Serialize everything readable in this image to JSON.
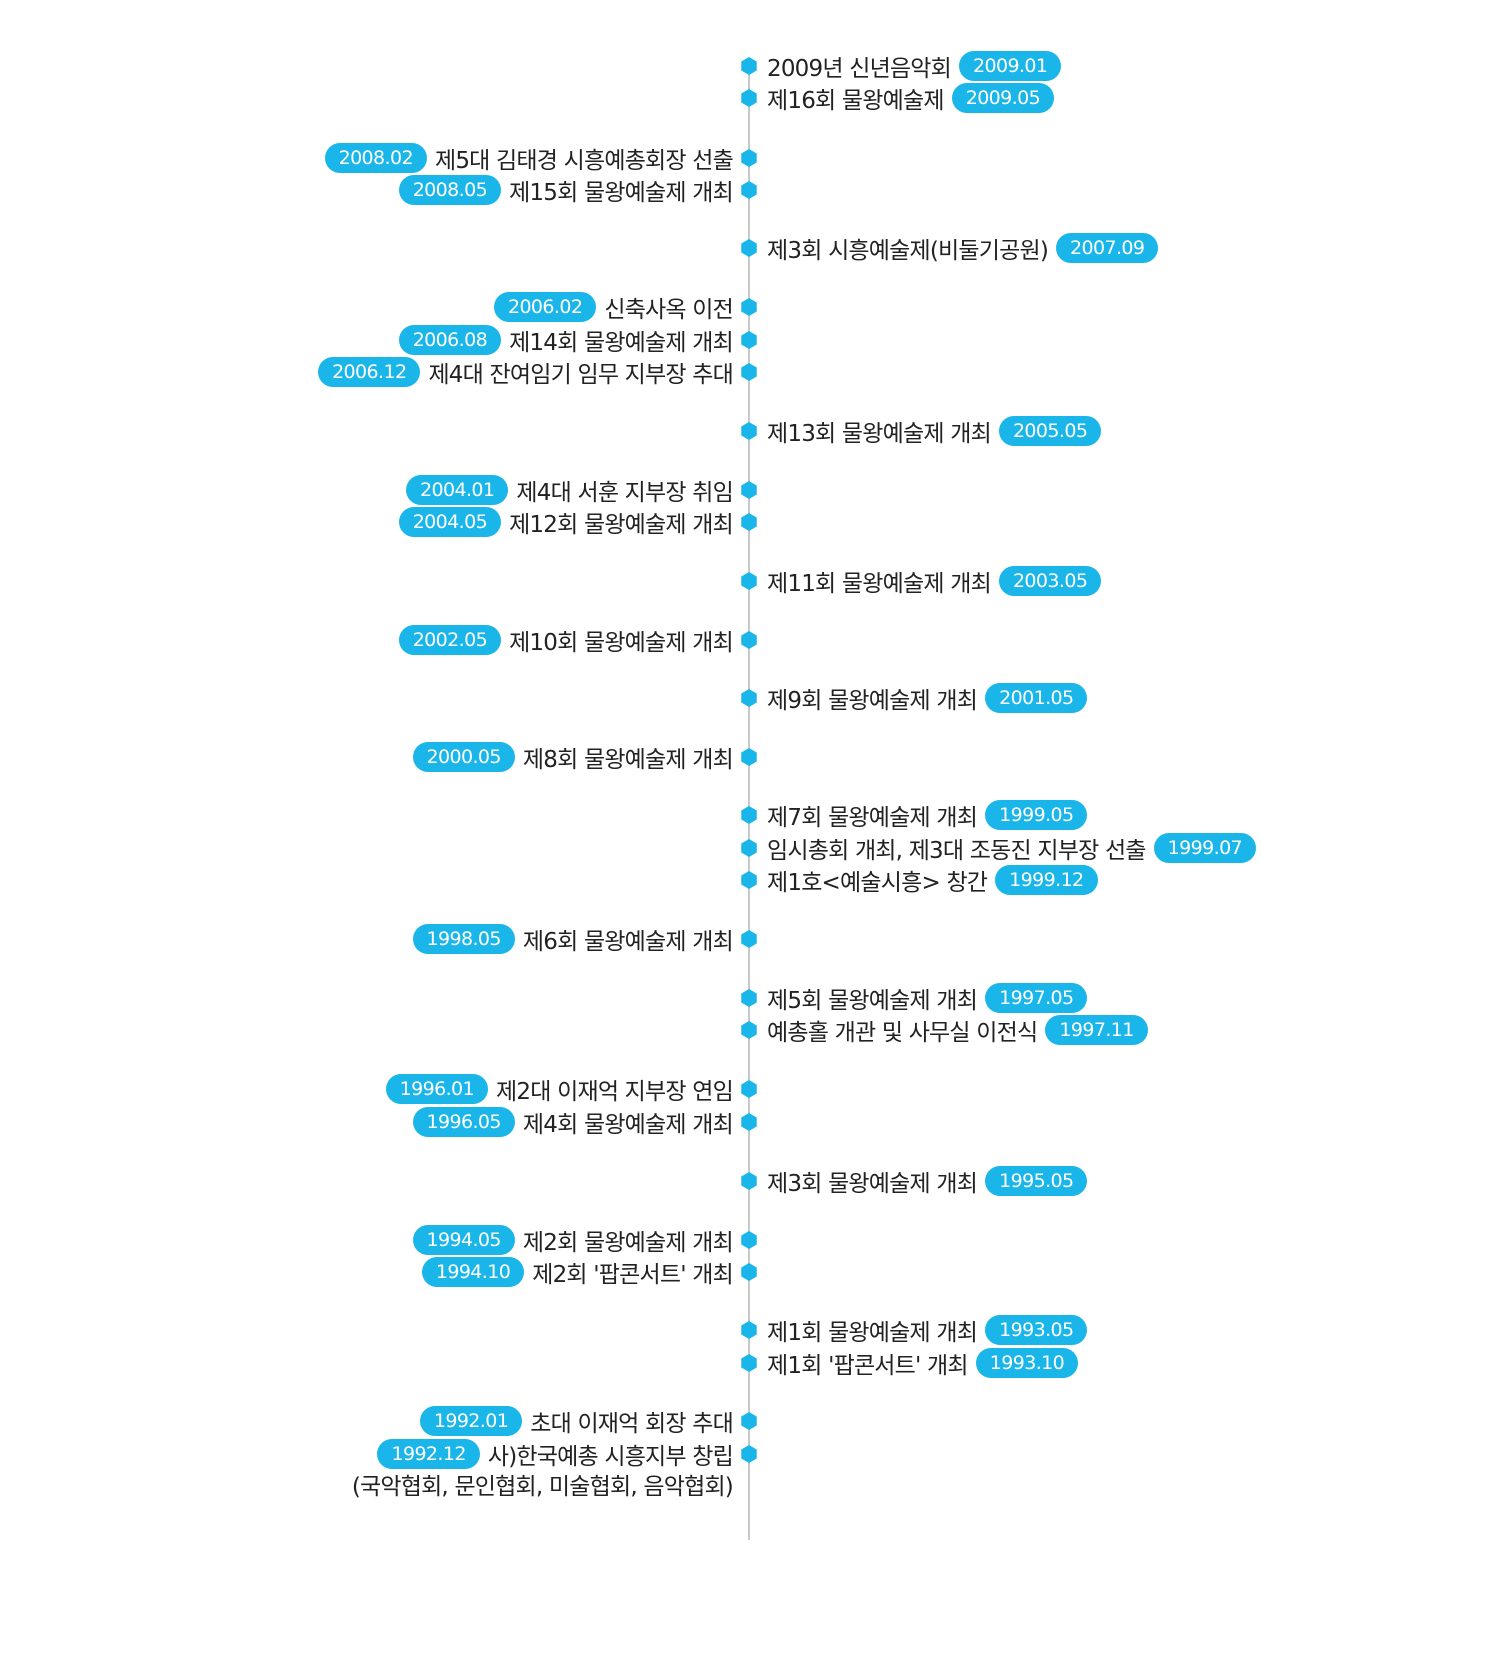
{
  "colors": {
    "accent": "#1ab6ea",
    "axis": "#c9c9c9",
    "text": "#222222"
  },
  "events": [
    {
      "label": "2009년 신년음악회",
      "date": "2009.01",
      "side": "right"
    },
    {
      "label": "제16회 물왕예술제",
      "date": "2009.05",
      "side": "right"
    },
    {
      "label": "제5대 김태경 시흥예총회장 선출",
      "date": "2008.02",
      "side": "left"
    },
    {
      "label": "제15회 물왕예술제 개최",
      "date": "2008.05",
      "side": "left"
    },
    {
      "label": "제3회 시흥예술제(비둘기공원)",
      "date": "2007.09",
      "side": "right"
    },
    {
      "label": "신축사옥 이전",
      "date": "2006.02",
      "side": "left"
    },
    {
      "label": "제14회 물왕예술제 개최",
      "date": "2006.08",
      "side": "left"
    },
    {
      "label": "제4대 잔여임기 임무 지부장 추대",
      "date": "2006.12",
      "side": "left"
    },
    {
      "label": "제13회 물왕예술제 개최",
      "date": "2005.05",
      "side": "right"
    },
    {
      "label": "제4대 서훈 지부장 취임",
      "date": "2004.01",
      "side": "left"
    },
    {
      "label": "제12회 물왕예술제 개최",
      "date": "2004.05",
      "side": "left"
    },
    {
      "label": "제11회 물왕예술제 개최",
      "date": "2003.05",
      "side": "right"
    },
    {
      "label": "제10회 물왕예술제 개최",
      "date": "2002.05",
      "side": "left"
    },
    {
      "label": "제9회 물왕예술제 개최",
      "date": "2001.05",
      "side": "right"
    },
    {
      "label": "제8회 물왕예술제 개최",
      "date": "2000.05",
      "side": "left"
    },
    {
      "label": "제7회 물왕예술제 개최",
      "date": "1999.05",
      "side": "right"
    },
    {
      "label": "임시총회 개최, 제3대 조동진 지부장 선출",
      "date": "1999.07",
      "side": "right"
    },
    {
      "label": "제1호<예술시흥> 창간",
      "date": "1999.12",
      "side": "right"
    },
    {
      "label": "제6회 물왕예술제 개최",
      "date": "1998.05",
      "side": "left"
    },
    {
      "label": "제5회 물왕예술제 개최",
      "date": "1997.05",
      "side": "right"
    },
    {
      "label": "예총홀 개관 및 사무실 이전식",
      "date": "1997.11",
      "side": "right"
    },
    {
      "label": "제2대 이재억 지부장 연임",
      "date": "1996.01",
      "side": "left"
    },
    {
      "label": "제4회 물왕예술제 개최",
      "date": "1996.05",
      "side": "left"
    },
    {
      "label": "제3회 물왕예술제 개최",
      "date": "1995.05",
      "side": "right"
    },
    {
      "label": "제2회 물왕예술제 개최",
      "date": "1994.05",
      "side": "left"
    },
    {
      "label": "제2회 '팝콘서트' 개최",
      "date": "1994.10",
      "side": "left"
    },
    {
      "label": "제1회 물왕예술제 개최",
      "date": "1993.05",
      "side": "right"
    },
    {
      "label": "제1회 '팝콘서트' 개최",
      "date": "1993.10",
      "side": "right"
    },
    {
      "label": "초대 이재억 회장 추대",
      "date": "1992.01",
      "side": "left"
    },
    {
      "label": "사)한국예총 시흥지부 창립",
      "date": "1992.12",
      "side": "left"
    }
  ],
  "footnote": "(국악협회, 문인협회, 미술협회, 음악협회)"
}
